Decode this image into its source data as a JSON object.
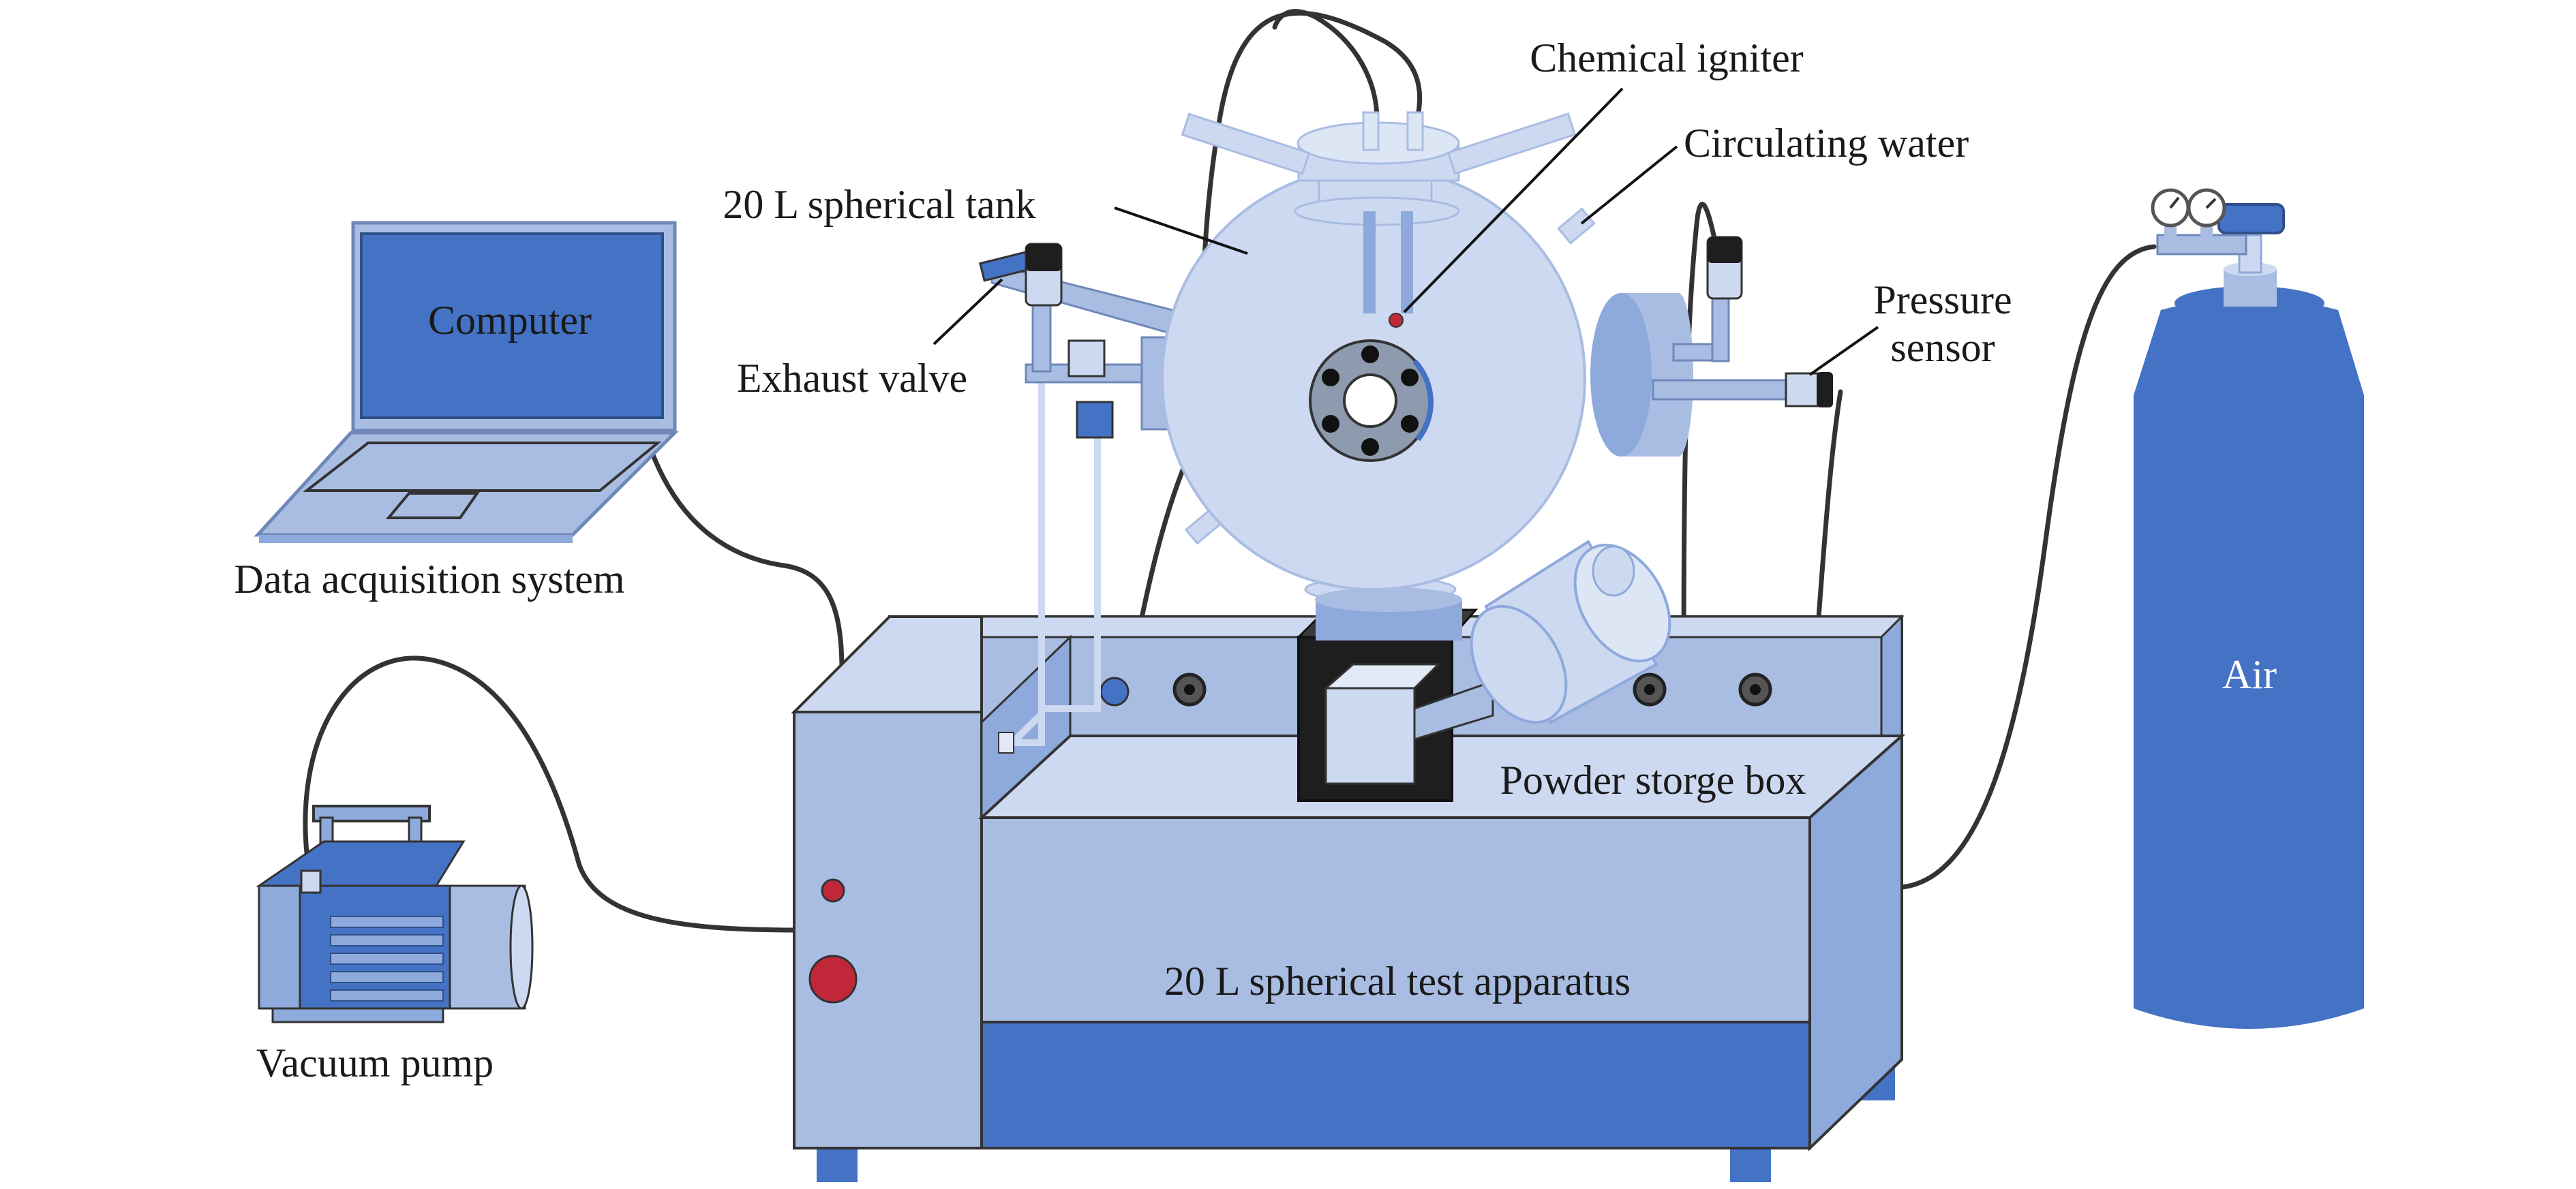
{
  "labels": {
    "computer": "Computer",
    "data_acquisition": "Data acquisition system",
    "vacuum_pump": "Vacuum pump",
    "spherical_tank": "20 L spherical tank",
    "exhaust_valve": "Exhaust valve",
    "chemical_igniter": "Chemical igniter",
    "circulating_water": "Circulating water",
    "pressure_sensor_line1": "Pressure",
    "pressure_sensor_line2": "sensor",
    "powder_storage_box": "Powder storge box",
    "test_apparatus": "20 L spherical test apparatus",
    "air": "Air"
  },
  "colors": {
    "light_blue": "#a9bde3",
    "mid_blue": "#8ea9db",
    "dark_blue": "#4472c4",
    "pale_blue": "#cdd9f0",
    "sphere": "#cdd9f1",
    "cable": "#333333",
    "red_button": "#c0283a",
    "black_box": "#1e1e1e"
  }
}
